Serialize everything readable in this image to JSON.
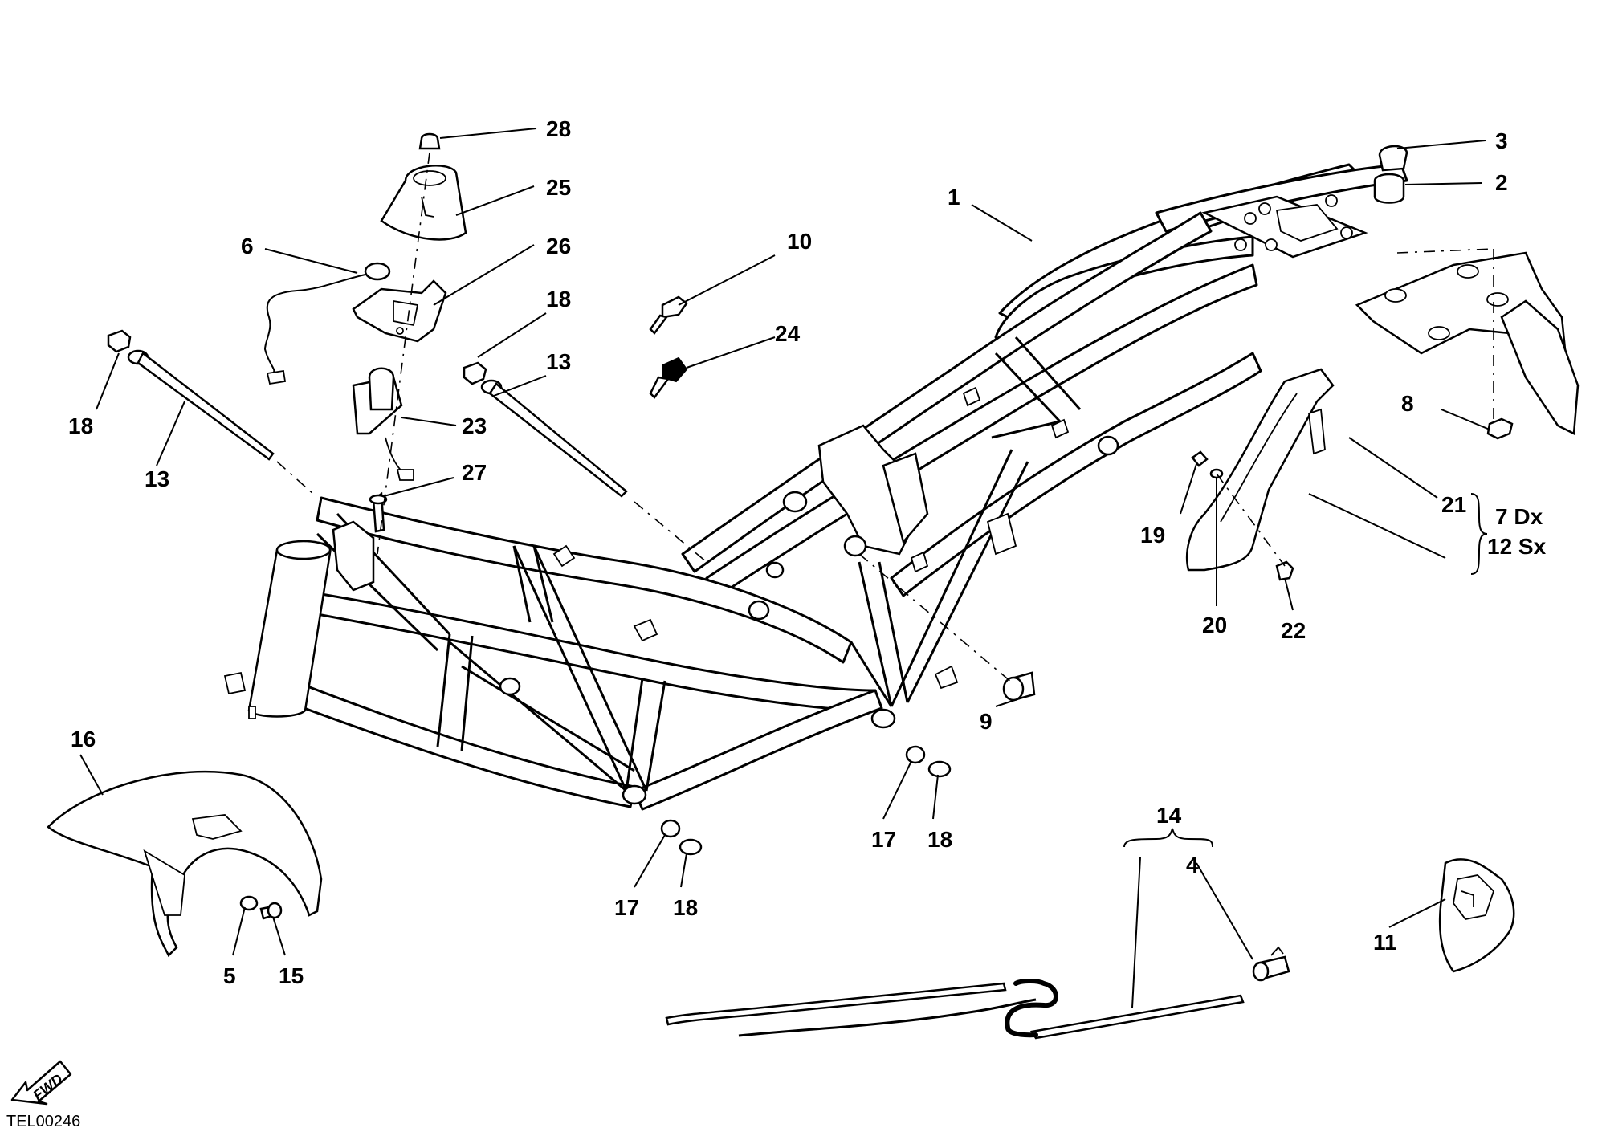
{
  "drawing_code": "TEL00246",
  "fwd_label": "FWD",
  "side_note": {
    "right": "7 Dx",
    "left": "12 Sx"
  },
  "callouts": {
    "c1": "1",
    "c2": "2",
    "c3": "3",
    "c4": "4",
    "c5": "5",
    "c6": "6",
    "c8": "8",
    "c9": "9",
    "c10": "10",
    "c11": "11",
    "c13a": "13",
    "c13b": "13",
    "c14": "14",
    "c15": "15",
    "c16": "16",
    "c17a": "17",
    "c17b": "17",
    "c18a": "18",
    "c18b": "18",
    "c18c": "18",
    "c18d": "18",
    "c19": "19",
    "c20": "20",
    "c21": "21",
    "c22": "22",
    "c23": "23",
    "c24": "24",
    "c25": "25",
    "c26": "26",
    "c27": "27",
    "c28": "28"
  }
}
